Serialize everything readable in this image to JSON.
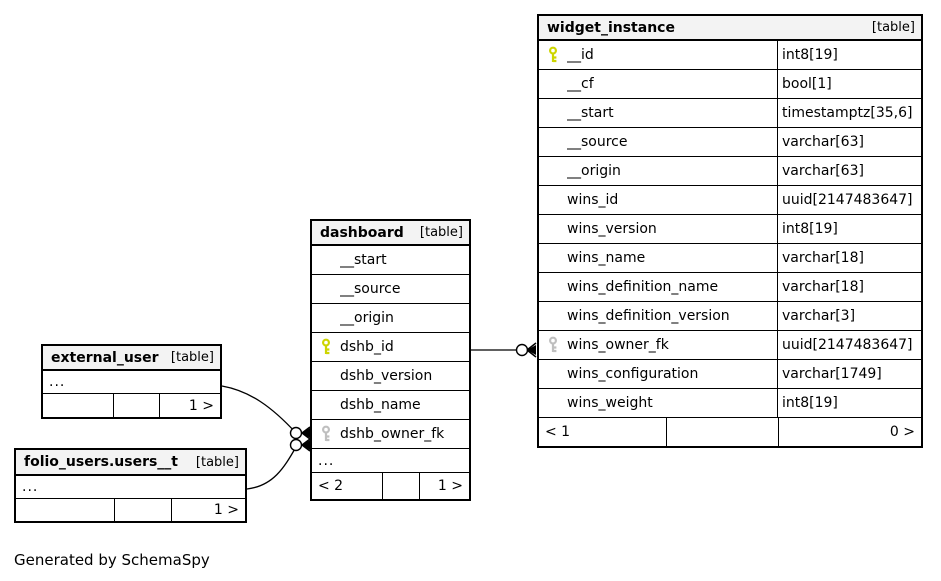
{
  "diagram": {
    "generator_note": "Generated by SchemaSpy",
    "colors": {
      "header_bg": "#f3f3f3",
      "border": "#000000",
      "pk_key": "#cdd500",
      "fk_key": "#bfbfbf"
    },
    "tables": [
      {
        "id": "widget_instance",
        "name": "widget_instance",
        "badge": "[table]",
        "columns": [
          {
            "name": "__id",
            "type": "int8[19]",
            "key": "pk"
          },
          {
            "name": "__cf",
            "type": "bool[1]",
            "key": null
          },
          {
            "name": "__start",
            "type": "timestamptz[35,6]",
            "key": null
          },
          {
            "name": "__source",
            "type": "varchar[63]",
            "key": null
          },
          {
            "name": "__origin",
            "type": "varchar[63]",
            "key": null
          },
          {
            "name": "wins_id",
            "type": "uuid[2147483647]",
            "key": null
          },
          {
            "name": "wins_version",
            "type": "int8[19]",
            "key": null
          },
          {
            "name": "wins_name",
            "type": "varchar[18]",
            "key": null
          },
          {
            "name": "wins_definition_name",
            "type": "varchar[18]",
            "key": null
          },
          {
            "name": "wins_definition_version",
            "type": "varchar[3]",
            "key": null
          },
          {
            "name": "wins_owner_fk",
            "type": "uuid[2147483647]",
            "key": "fk"
          },
          {
            "name": "wins_configuration",
            "type": "varchar[1749]",
            "key": null
          },
          {
            "name": "wins_weight",
            "type": "int8[19]",
            "key": null
          }
        ],
        "more_columns_label": null,
        "footer": {
          "left": "< 1",
          "mid": "",
          "right": "0 >"
        }
      },
      {
        "id": "dashboard",
        "name": "dashboard",
        "badge": "[table]",
        "columns": [
          {
            "name": "__start",
            "type": null,
            "key": null
          },
          {
            "name": "__source",
            "type": null,
            "key": null
          },
          {
            "name": "__origin",
            "type": null,
            "key": null
          },
          {
            "name": "dshb_id",
            "type": null,
            "key": "pk"
          },
          {
            "name": "dshb_version",
            "type": null,
            "key": null
          },
          {
            "name": "dshb_name",
            "type": null,
            "key": null
          },
          {
            "name": "dshb_owner_fk",
            "type": null,
            "key": "fk"
          }
        ],
        "more_columns_label": "...",
        "footer": {
          "left": "< 2",
          "mid": "",
          "right": "1 >"
        }
      },
      {
        "id": "external_user",
        "name": "external_user",
        "badge": "[table]",
        "columns": [],
        "more_columns_label": "...",
        "footer": {
          "left": "",
          "mid": "",
          "right": "1 >"
        }
      },
      {
        "id": "folio_users_users__t",
        "name": "folio_users.users__t",
        "badge": "[table]",
        "columns": [],
        "more_columns_label": "...",
        "footer": {
          "left": "",
          "mid": "",
          "right": "1 >"
        }
      }
    ],
    "relationships": [
      {
        "from_table": "dashboard",
        "from_column": "dshb_id",
        "to_table": "widget_instance",
        "to_column": "wins_owner_fk",
        "to_cardinality": "zero-or-many"
      },
      {
        "from_table": "external_user",
        "to_table": "dashboard",
        "to_column": "dshb_owner_fk",
        "to_cardinality": "zero-or-many"
      },
      {
        "from_table": "folio_users.users__t",
        "to_table": "dashboard",
        "to_column": "dshb_owner_fk",
        "to_cardinality": "zero-or-many"
      }
    ]
  }
}
